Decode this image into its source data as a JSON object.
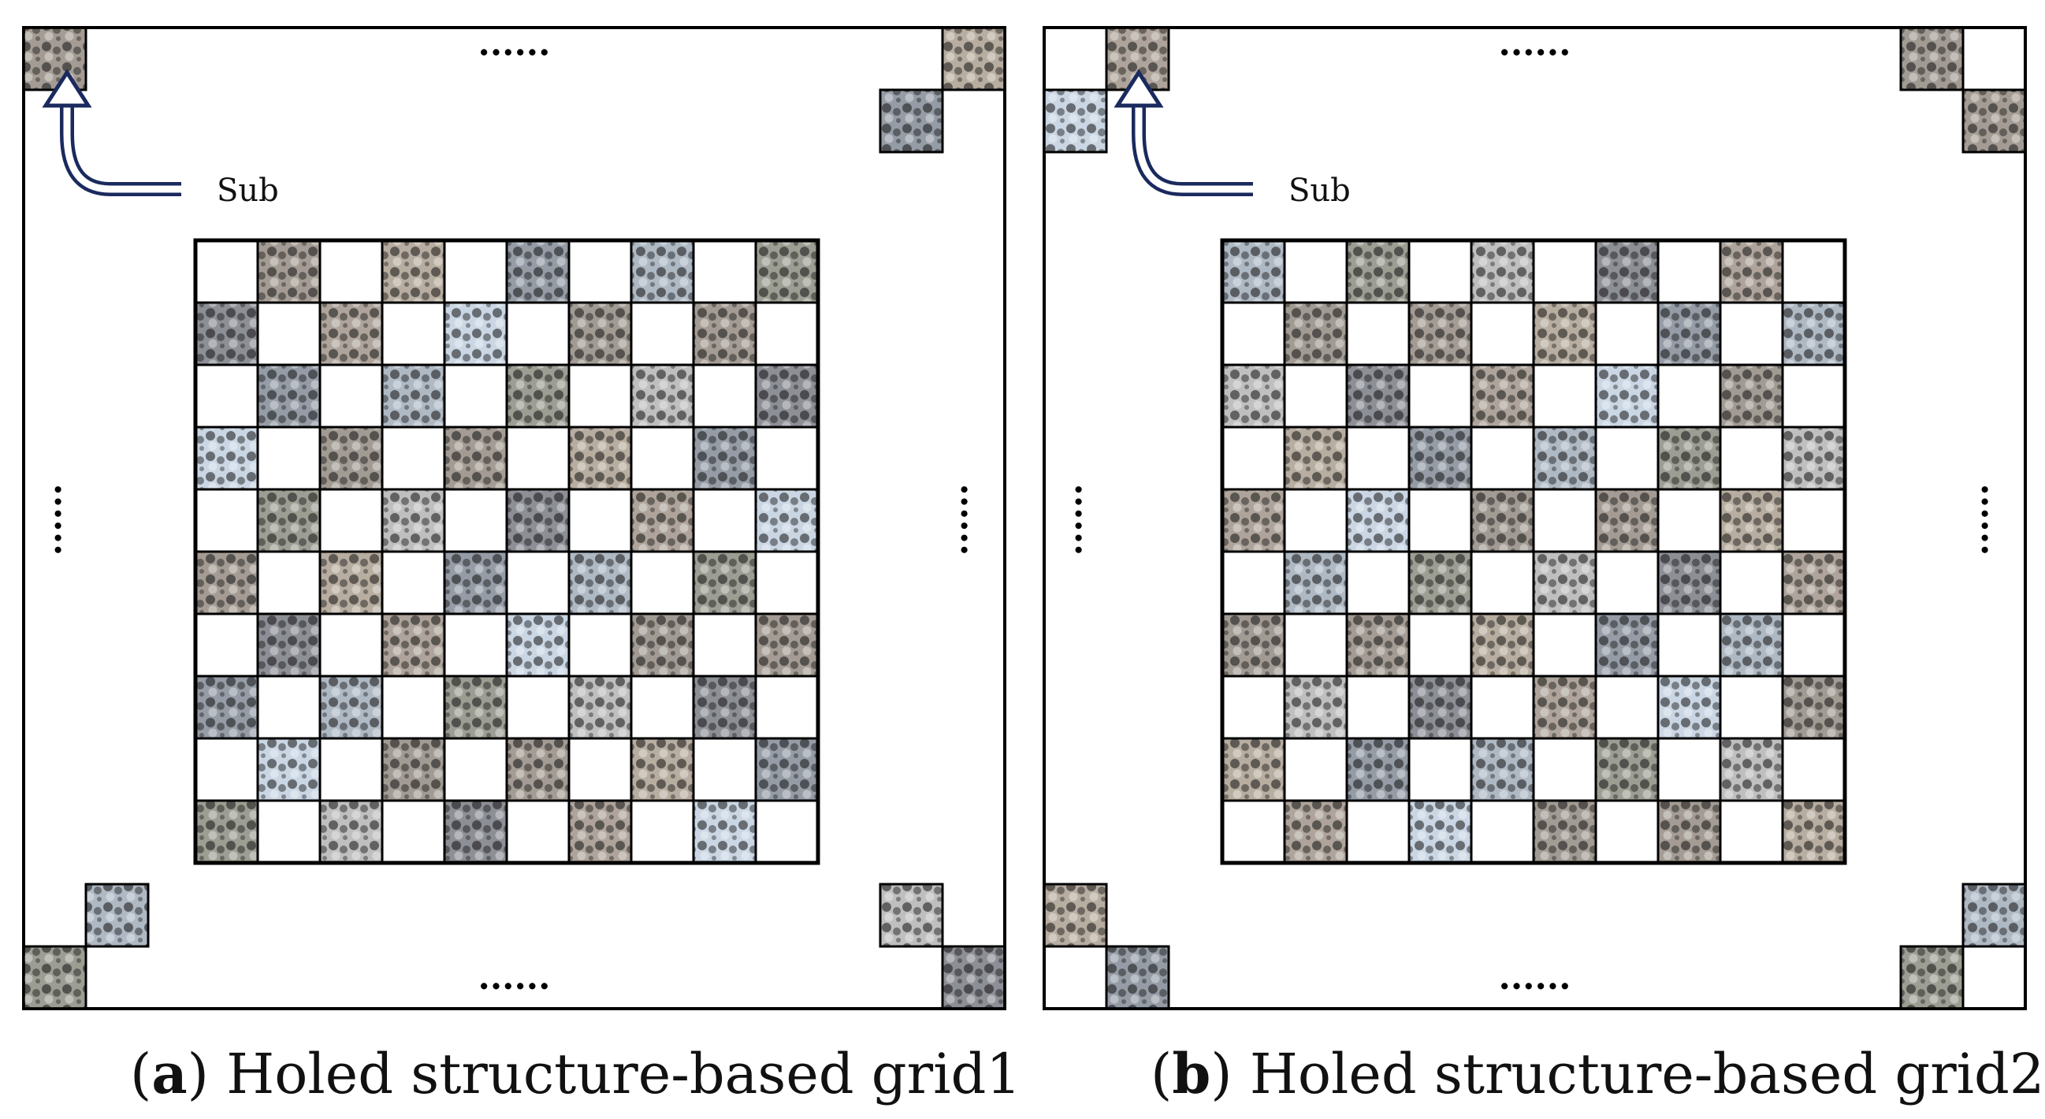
{
  "panels": [
    {
      "id": "a",
      "letter": "a",
      "caption": "Holed structure-based grid1",
      "sub_label": "Sub",
      "ellipsis": "......",
      "grid_rows": 10,
      "grid_cols": 10,
      "filled_cells": [
        [
          0,
          1
        ],
        [
          0,
          3
        ],
        [
          0,
          5
        ],
        [
          0,
          7
        ],
        [
          0,
          9
        ],
        [
          1,
          0
        ],
        [
          1,
          2
        ],
        [
          1,
          4
        ],
        [
          1,
          6
        ],
        [
          1,
          8
        ],
        [
          2,
          1
        ],
        [
          2,
          3
        ],
        [
          2,
          5
        ],
        [
          2,
          7
        ],
        [
          2,
          9
        ],
        [
          3,
          0
        ],
        [
          3,
          2
        ],
        [
          3,
          4
        ],
        [
          3,
          6
        ],
        [
          3,
          8
        ],
        [
          4,
          1
        ],
        [
          4,
          3
        ],
        [
          4,
          5
        ],
        [
          4,
          7
        ],
        [
          4,
          9
        ],
        [
          5,
          0
        ],
        [
          5,
          2
        ],
        [
          5,
          4
        ],
        [
          5,
          6
        ],
        [
          5,
          8
        ],
        [
          6,
          1
        ],
        [
          6,
          3
        ],
        [
          6,
          5
        ],
        [
          6,
          7
        ],
        [
          6,
          9
        ],
        [
          7,
          0
        ],
        [
          7,
          2
        ],
        [
          7,
          4
        ],
        [
          7,
          6
        ],
        [
          7,
          8
        ],
        [
          8,
          1
        ],
        [
          8,
          3
        ],
        [
          8,
          5
        ],
        [
          8,
          7
        ],
        [
          8,
          9
        ],
        [
          9,
          0
        ],
        [
          9,
          2
        ],
        [
          9,
          4
        ],
        [
          9,
          6
        ],
        [
          9,
          8
        ]
      ]
    },
    {
      "id": "b",
      "letter": "b",
      "caption": "Holed structure-based grid2",
      "sub_label": "Sub",
      "ellipsis": "......",
      "grid_rows": 10,
      "grid_cols": 10,
      "filled_cells": [
        [
          0,
          0
        ],
        [
          0,
          2
        ],
        [
          0,
          4
        ],
        [
          0,
          6
        ],
        [
          0,
          8
        ],
        [
          1,
          1
        ],
        [
          1,
          3
        ],
        [
          1,
          5
        ],
        [
          1,
          7
        ],
        [
          1,
          9
        ],
        [
          2,
          0
        ],
        [
          2,
          2
        ],
        [
          2,
          4
        ],
        [
          2,
          6
        ],
        [
          2,
          8
        ],
        [
          3,
          1
        ],
        [
          3,
          3
        ],
        [
          3,
          5
        ],
        [
          3,
          7
        ],
        [
          3,
          9
        ],
        [
          4,
          0
        ],
        [
          4,
          2
        ],
        [
          4,
          4
        ],
        [
          4,
          6
        ],
        [
          4,
          8
        ],
        [
          5,
          1
        ],
        [
          5,
          3
        ],
        [
          5,
          5
        ],
        [
          5,
          7
        ],
        [
          5,
          9
        ],
        [
          6,
          0
        ],
        [
          6,
          2
        ],
        [
          6,
          4
        ],
        [
          6,
          6
        ],
        [
          6,
          8
        ],
        [
          7,
          1
        ],
        [
          7,
          3
        ],
        [
          7,
          5
        ],
        [
          7,
          7
        ],
        [
          7,
          9
        ],
        [
          8,
          0
        ],
        [
          8,
          2
        ],
        [
          8,
          4
        ],
        [
          8,
          6
        ],
        [
          8,
          8
        ],
        [
          9,
          1
        ],
        [
          9,
          3
        ],
        [
          9,
          5
        ],
        [
          9,
          7
        ],
        [
          9,
          9
        ]
      ]
    }
  ],
  "palette": {
    "border": "#000000",
    "arrow": "#1a2a5e",
    "tile_tones": [
      "#5a4a3c",
      "#7b6a52",
      "#3e4a5c",
      "#6d7f93",
      "#4b4f3a",
      "#8a8a8a",
      "#2f3340",
      "#6b5a48",
      "#9fb4cc",
      "#56483c"
    ]
  }
}
